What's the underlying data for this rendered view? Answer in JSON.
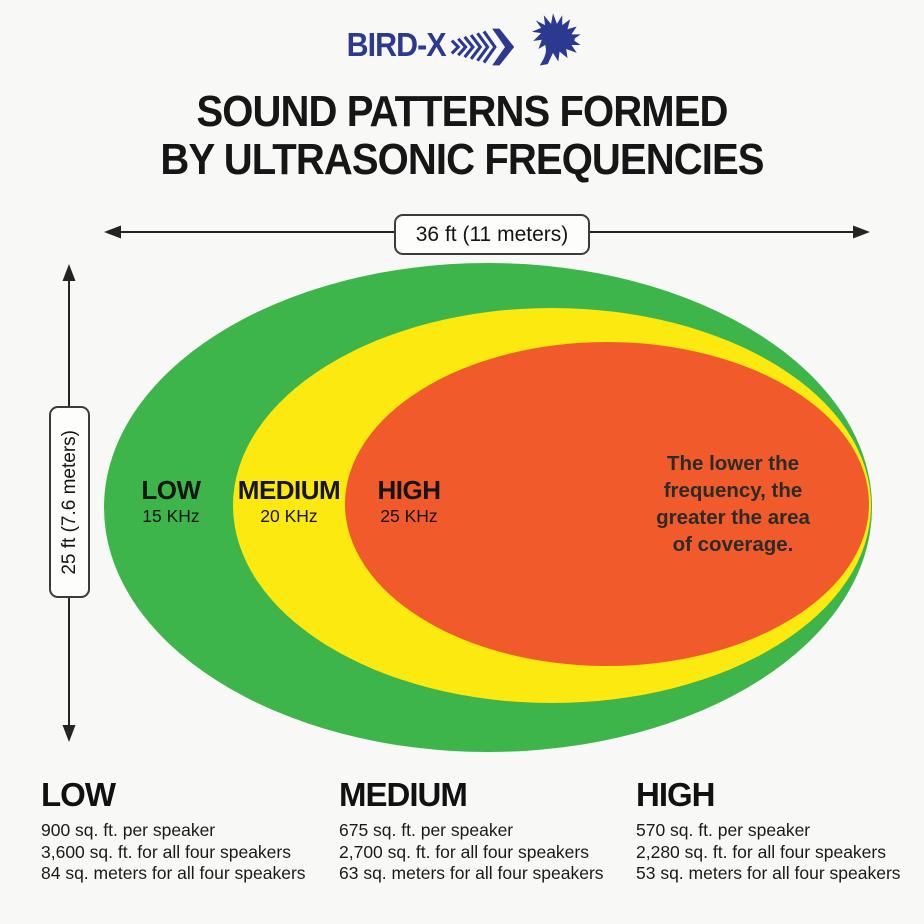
{
  "colors": {
    "background": "#f8f8f6",
    "navy": "#2b3990",
    "green": "#3db54a",
    "yellow": "#fce90f",
    "orange": "#f15b2b",
    "text": "#1a1a1a"
  },
  "brand": {
    "logo_text": "BIRD-X"
  },
  "title": {
    "line1": "SOUND PATTERNS FORMED",
    "line2": "BY ULTRASONIC FREQUENCIES"
  },
  "dimensions": {
    "width_label": "36 ft (11 meters)",
    "height_label": "25 ft (7.6 meters)"
  },
  "rings": [
    {
      "level": "LOW",
      "frequency": "15 KHz",
      "color": "#3db54a"
    },
    {
      "level": "MEDIUM",
      "frequency": "20 KHz",
      "color": "#fce90f"
    },
    {
      "level": "HIGH",
      "frequency": "25 KHz",
      "color": "#f15b2b"
    }
  ],
  "note": {
    "line1": "The lower the",
    "line2": "frequency, the",
    "line3": "greater the area",
    "line4": "of coverage."
  },
  "stats": [
    {
      "level": "LOW",
      "per_speaker": "900 sq. ft. per speaker",
      "all_four_ft": "3,600 sq. ft. for all four speakers",
      "all_four_m": "84 sq. meters for all four speakers"
    },
    {
      "level": "MEDIUM",
      "per_speaker": "675 sq. ft. per speaker",
      "all_four_ft": "2,700 sq. ft. for all four speakers",
      "all_four_m": "63 sq. meters for all four speakers"
    },
    {
      "level": "HIGH",
      "per_speaker": "570 sq. ft. per speaker",
      "all_four_ft": "2,280 sq. ft. for all four speakers",
      "all_four_m": "53 sq. meters for all four speakers"
    }
  ]
}
